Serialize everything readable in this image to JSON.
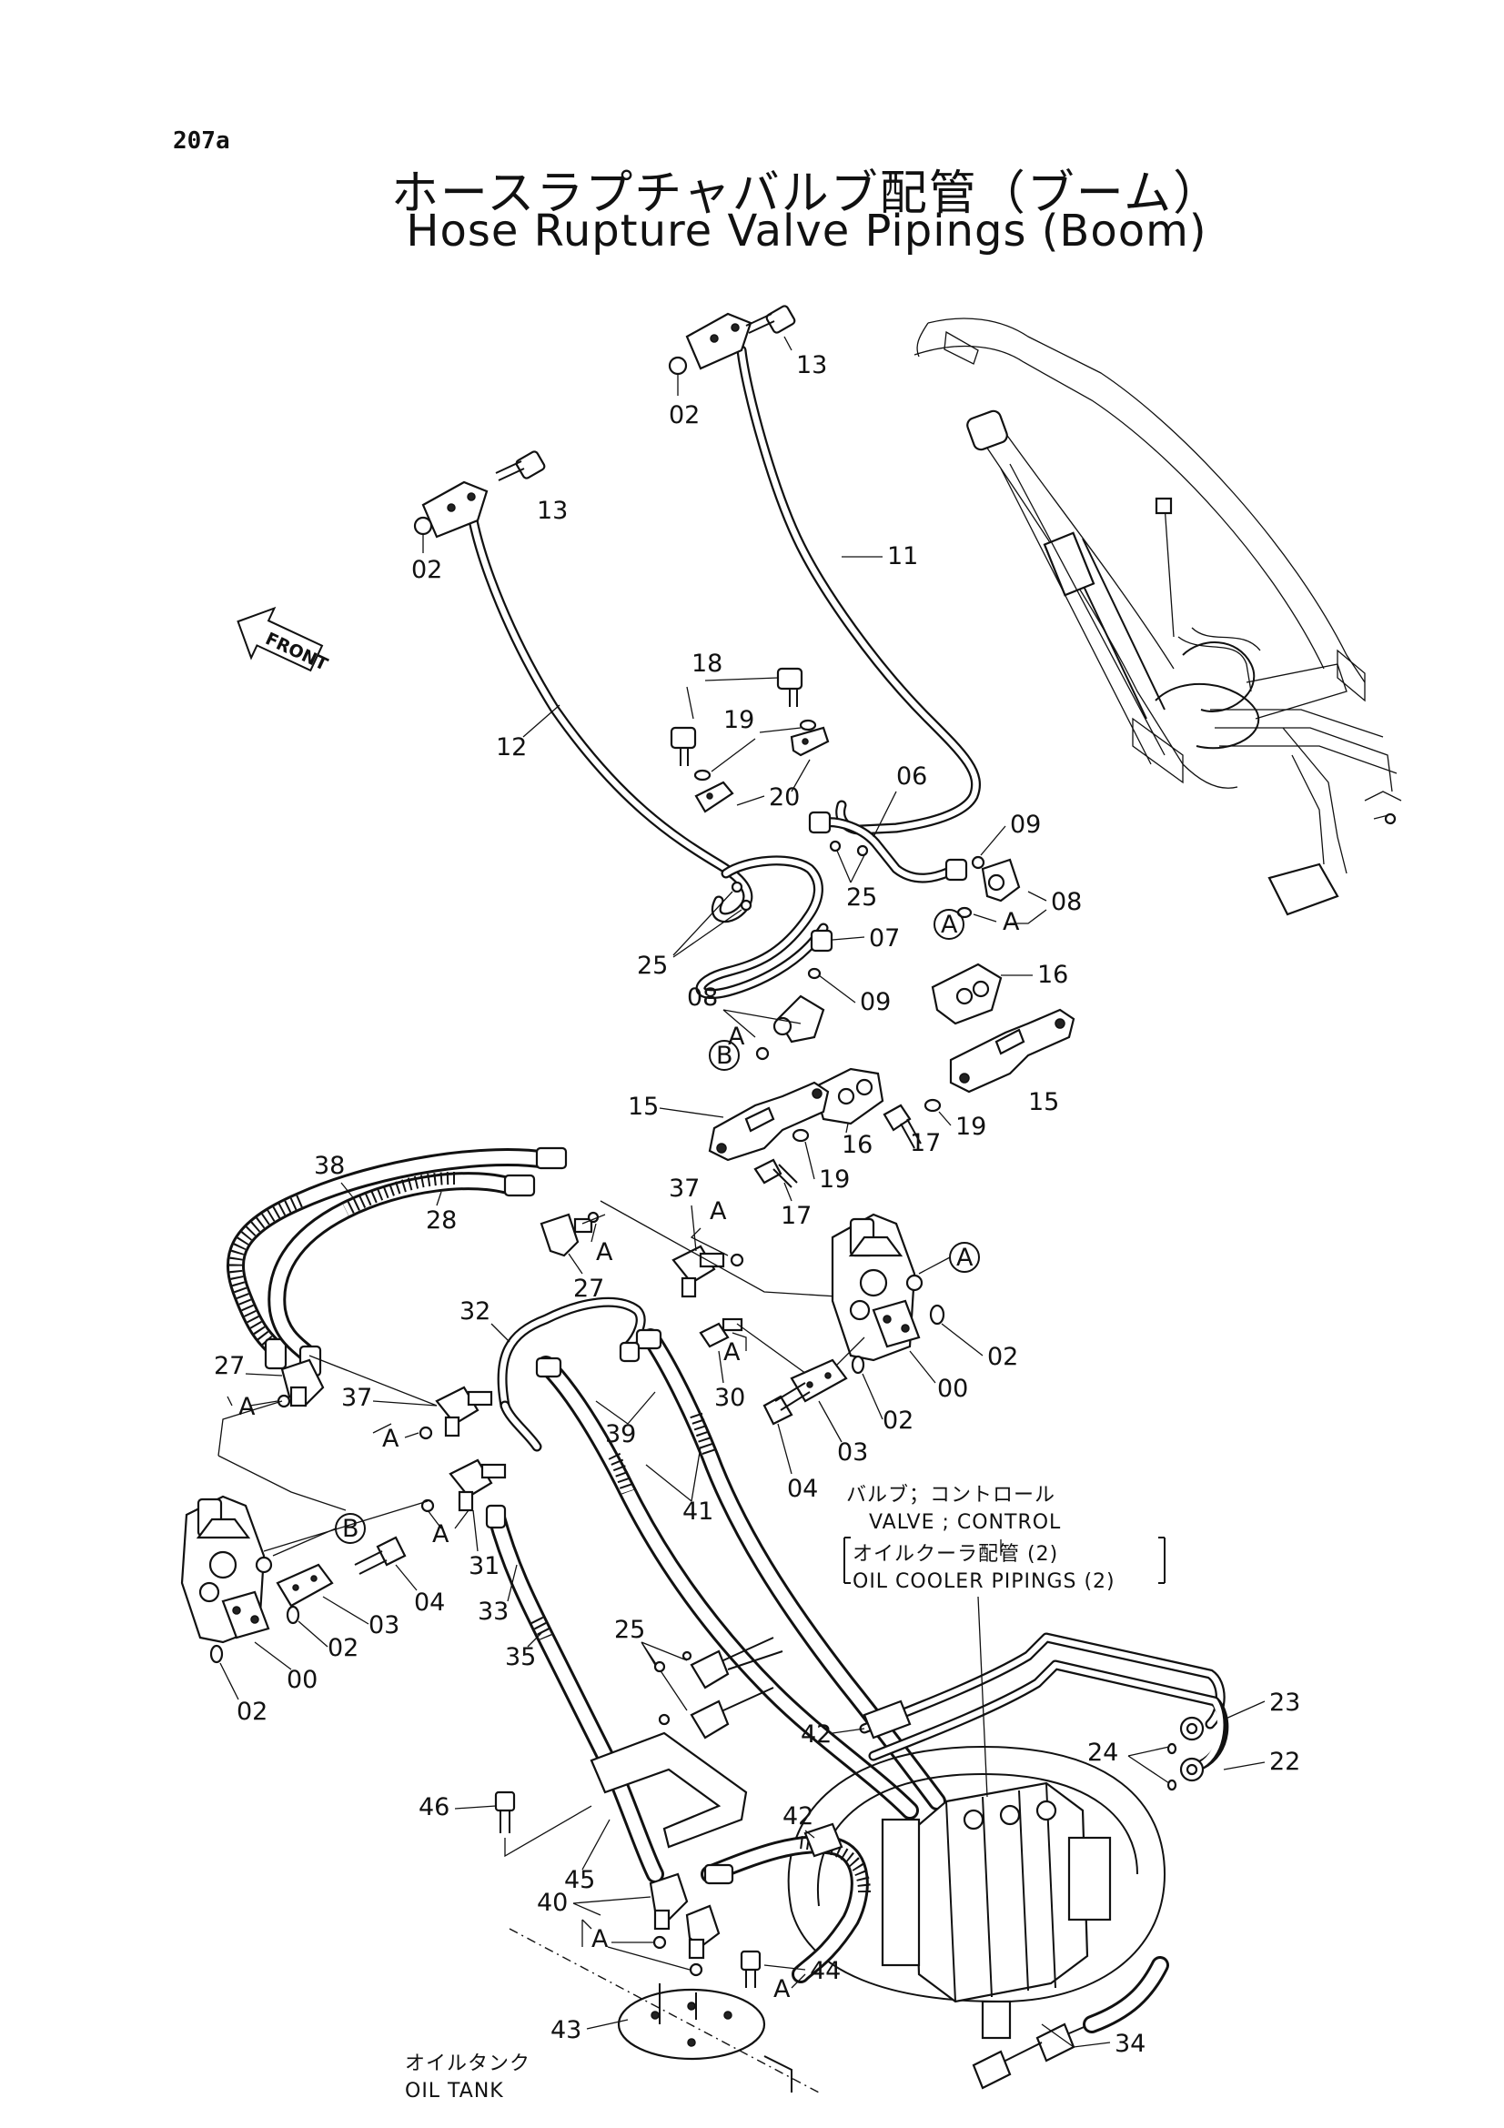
{
  "header": {
    "page_number": "207a",
    "title_jp": "ホースラプチャバルブ配管（ブーム）",
    "title_en": "Hose Rupture Valve Pipings (Boom)"
  },
  "direction": {
    "label": "FRONT"
  },
  "callouts": {
    "c13a": "13",
    "c02a": "02",
    "c11": "11",
    "c13b": "13",
    "c02b": "02",
    "c12": "12",
    "c18": "18",
    "c19a": "19",
    "c20": "20",
    "c06": "06",
    "c25a": "25",
    "c09a": "09",
    "c08a": "08",
    "A1": "A",
    "circA1": "A",
    "c25b": "25",
    "c07": "07",
    "c08b": "08",
    "c09b": "09",
    "A2": "A",
    "circB1": "B",
    "c16a": "16",
    "c15a": "15",
    "c19b": "19",
    "c17a": "17",
    "c15b": "15",
    "c16b": "16",
    "c19c": "19",
    "c17b": "17",
    "c38": "38",
    "c28": "28",
    "c27a": "27",
    "A3": "A",
    "c37a": "37",
    "A4": "A",
    "circA2": "A",
    "c02c": "02",
    "c00a": "00",
    "A5": "A",
    "c30": "30",
    "c02d": "02",
    "c03a": "03",
    "c04a": "04",
    "c32": "32",
    "c27b": "27",
    "A6": "A",
    "c37b": "37",
    "A7": "A",
    "c39": "39",
    "c41": "41",
    "circB2": "B",
    "A8": "A",
    "c31": "31",
    "c04b": "04",
    "c33": "33",
    "c03b": "03",
    "c02e": "02",
    "c35": "35",
    "c00b": "00",
    "c02f": "02",
    "c25c": "25",
    "c23": "23",
    "c42a": "42",
    "c24": "24",
    "c22": "22",
    "c46": "46",
    "c45": "45",
    "c42b": "42",
    "c40": "40",
    "A9": "A",
    "c44": "44",
    "A10": "A",
    "c43": "43",
    "c34": "34"
  },
  "notes": {
    "control_valve_jp": "バルブ；コントロール",
    "control_valve_en": "VALVE ; CONTROL",
    "oil_cooler_jp": "オイルクーラ配管 (2)",
    "oil_cooler_en": "OIL COOLER PIPINGS (2)",
    "oil_tank_jp": "オイルタンク",
    "oil_tank_en": "OIL TANK"
  }
}
